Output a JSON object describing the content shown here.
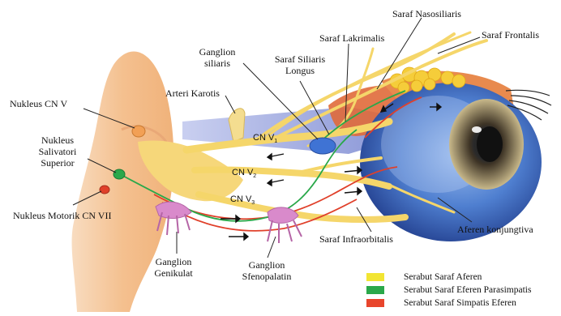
{
  "labels": {
    "nukleus_cn_v": "Nukleus CN V",
    "nukleus_salivatori": [
      "Nukleus",
      "Salivatori",
      "Superior"
    ],
    "nukleus_motorik": "Nukleus Motorik CN VII",
    "ganglion_siliaris": [
      "Ganglion",
      "siliaris"
    ],
    "arteri_karotis": "Arteri Karotis",
    "saraf_siliaris_longus": [
      "Saraf Siliaris",
      "Longus"
    ],
    "saraf_lakrimalis": "Saraf Lakrimalis",
    "saraf_nasosiliaris": "Saraf Nasosiliaris",
    "saraf_frontalis": "Saraf Frontalis",
    "cn_v1": {
      "base": "CN V",
      "sub": "1"
    },
    "cn_v2": {
      "base": "CN V",
      "sub": "2"
    },
    "cn_v3": {
      "base": "CN V",
      "sub": "3"
    },
    "aferen_konjungtiva": "Aferen konjungtiva",
    "saraf_infraorbitalis": "Saraf Infraorbitalis",
    "ganglion_genikulat": [
      "Ganglion",
      "Genikulat"
    ],
    "ganglion_sfenopalatin": [
      "Ganglion",
      "Sfenopalatin"
    ]
  },
  "legend": [
    {
      "label": "Serabut Saraf Aferen",
      "color": "#f2e533"
    },
    {
      "label": "Serabut Saraf Eferen Parasimpatis",
      "color": "#2aa84a"
    },
    {
      "label": "Serabut Saraf Simpatis Eferen",
      "color": "#e8452c"
    }
  ],
  "colors": {
    "nerve_afferent": "#f5d66a",
    "parasympathetic": "#2aa84a",
    "sympathetic": "#e0402a",
    "brainstem": "#f6c9a0",
    "eyeball": "#4a78c8",
    "muscle": "#e06a3a"
  }
}
